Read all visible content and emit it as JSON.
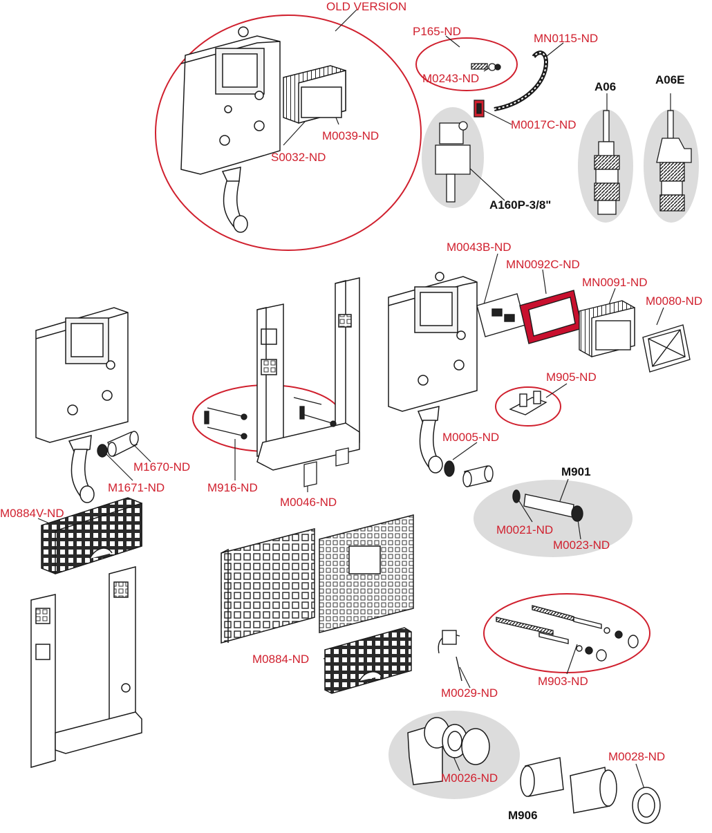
{
  "colors": {
    "label_red": "#d0202e",
    "highlight_gray": "#dcdcdc",
    "line": "#1a1a1a",
    "frame_red": "#c8102e"
  },
  "labels": {
    "old_version": "OLD VERSION",
    "p165": "P165-ND",
    "m0243": "M0243-ND",
    "mn0115": "MN0115-ND",
    "m0017c": "M0017C-ND",
    "a06": "A06",
    "a06e": "A06E",
    "a160p": "A160P-3/8\"",
    "m0039": "M0039-ND",
    "s0032": "S0032-ND",
    "m0043b": "M0043B-ND",
    "mn0092c": "MN0092C-ND",
    "mn0091": "MN0091-ND",
    "m0080": "M0080-ND",
    "m905": "M905-ND",
    "m0005": "M0005-ND",
    "m901": "M901",
    "m0021": "M0021-ND",
    "m0023": "M0023-ND",
    "m1670": "M1670-ND",
    "m1671": "M1671-ND",
    "m916": "M916-ND",
    "m0046": "M0046-ND",
    "m0884v": "M0884V-ND",
    "m0884": "M0884-ND",
    "m0029": "M0029-ND",
    "m903": "M903-ND",
    "m0026": "M0026-ND",
    "m0028": "M0028-ND",
    "m906": "M906"
  }
}
